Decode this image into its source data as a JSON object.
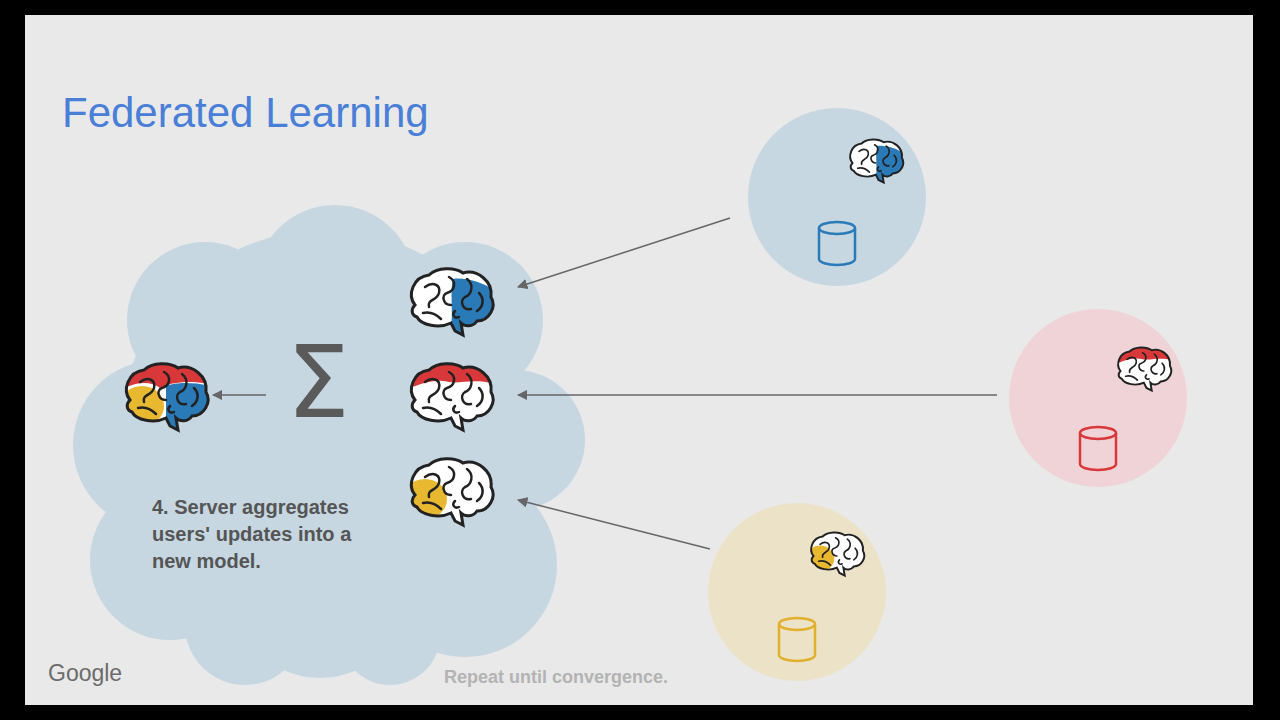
{
  "diagram": {
    "title": "Federated Learning",
    "caption": "Repeat until convergence.",
    "nodes": [
      {
        "text": [
          "4. Server aggregates users' updates into a new model."
        ]
      }
    ],
    "labels": [
      "Σ",
      "Google"
    ]
  }
}
